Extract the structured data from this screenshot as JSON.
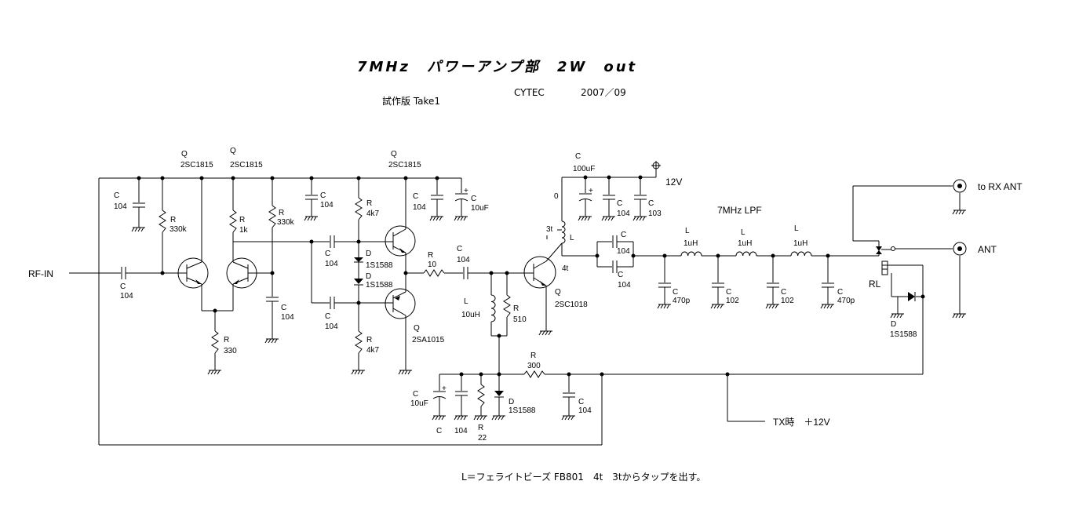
{
  "header": {
    "title": "7MHz　パワーアンプ部　2W　out",
    "prototype": "試作版 Take1",
    "author": "CYTEC",
    "date": "2007／09"
  },
  "footer": {
    "note": "L＝フェライトビーズ FB801　4t　3tからタップを出す。"
  },
  "labels": {
    "rf_in": "RF-IN",
    "v12": "12V",
    "lpf": "7MHz LPF",
    "to_rx_ant": "to RX ANT",
    "ant": "ANT",
    "tx_12v": "TX時　＋12V",
    "rl": "RL",
    "zero": "0",
    "three_t": "3t",
    "four_t": "4t",
    "L": "L",
    "Q": "Q",
    "C": "C",
    "R": "R",
    "D": "D"
  },
  "parts": {
    "c_in": "104",
    "q1": "2SC1815",
    "q2": "2SC1815",
    "q3": "2SC1815",
    "q4": "2SA1015",
    "q5": "2SC1018",
    "c1": "104",
    "r1": "330k",
    "r2": "1k",
    "r3": "330k",
    "r_emit": "330",
    "c_q2b": "104",
    "c_vcc": "104",
    "r_4k7a": "4k7",
    "r_4k7b": "4k7",
    "c_10uf": "10uF",
    "c_top104": "104",
    "c_mid_a": "104",
    "c_mid_b": "104",
    "d1": "1S1588",
    "d2": "1S1588",
    "r10": "10",
    "c_coup": "104",
    "l_10uh": "10uH",
    "r510": "510",
    "c_100uf": "100uF",
    "c_104s": "104",
    "c_103": "103",
    "c_par_a": "104",
    "c_par_b": "104",
    "l1": "1uH",
    "l2": "1uH",
    "l3": "1uH",
    "c_470a": "470p",
    "c_102a": "102",
    "c_102b": "102",
    "c_470b": "470p",
    "d_relay": "1S1588",
    "r300": "300",
    "c_bias_10uf": "10uF",
    "c_bias_104": "104",
    "r22": "22",
    "d_bias": "1S1588",
    "c_tx104": "104"
  }
}
